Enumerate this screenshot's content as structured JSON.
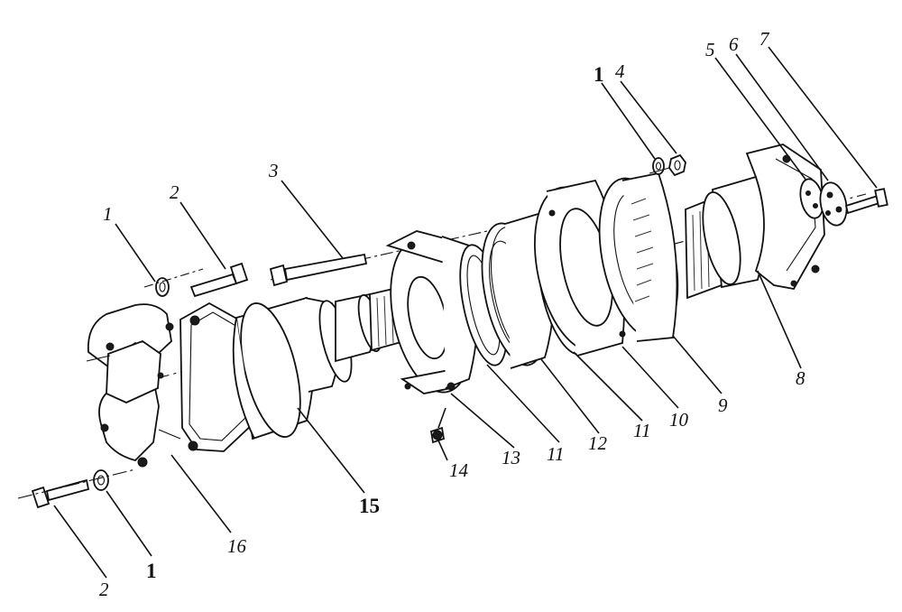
{
  "diagram": {
    "labels": [
      {
        "id": "L1a",
        "text": "1"
      },
      {
        "id": "L2a",
        "text": "2"
      },
      {
        "id": "L3",
        "text": "3"
      },
      {
        "id": "L1b",
        "text": "1"
      },
      {
        "id": "L4",
        "text": "4"
      },
      {
        "id": "L5",
        "text": "5"
      },
      {
        "id": "L6",
        "text": "6"
      },
      {
        "id": "L7",
        "text": "7"
      },
      {
        "id": "L8",
        "text": "8"
      },
      {
        "id": "L9",
        "text": "9"
      },
      {
        "id": "L10",
        "text": "10"
      },
      {
        "id": "L11a",
        "text": "11"
      },
      {
        "id": "L12",
        "text": "12"
      },
      {
        "id": "L11b",
        "text": "11"
      },
      {
        "id": "L13",
        "text": "13"
      },
      {
        "id": "L14",
        "text": "14"
      },
      {
        "id": "L15",
        "text": "15"
      },
      {
        "id": "L16",
        "text": "16"
      },
      {
        "id": "L1c",
        "text": "1"
      },
      {
        "id": "L2b",
        "text": "2"
      }
    ],
    "line_color": "#111111",
    "background": "#ffffff"
  }
}
